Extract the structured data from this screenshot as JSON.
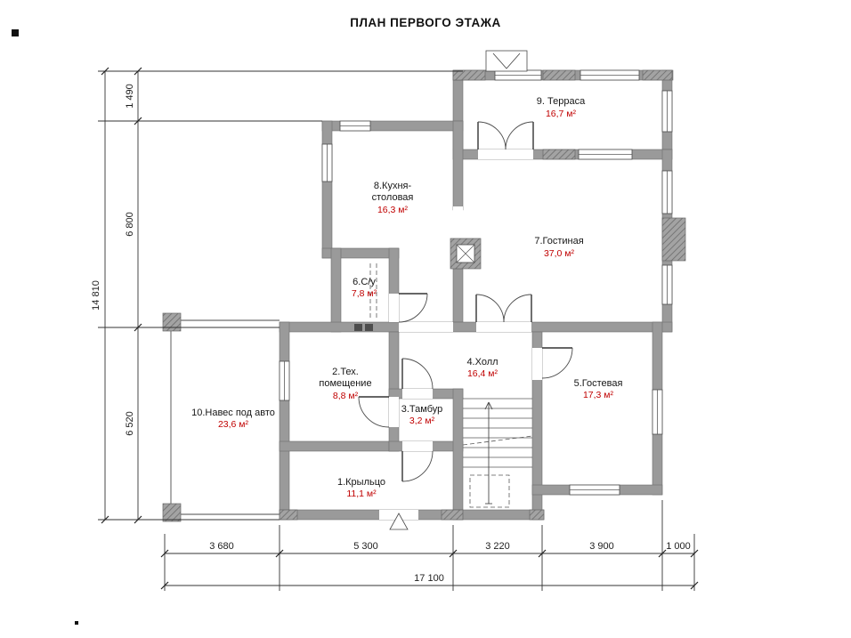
{
  "title": "ПЛАН ПЕРВОГО ЭТАЖА",
  "rooms": {
    "terrace": {
      "label": "9. Терраса",
      "area": "16,7 м²"
    },
    "kitchen": {
      "label1": "8.Кухня-",
      "label2": "столовая",
      "area": "16,3 м²"
    },
    "living": {
      "label": "7.Гостиная",
      "area": "37,0 м²"
    },
    "bathroom": {
      "label": "6.С/у",
      "area": "7,8 м²"
    },
    "tech": {
      "label1": "2.Тех.",
      "label2": "помещение",
      "area": "8,8 м²"
    },
    "hall": {
      "label": "4.Холл",
      "area": "16,4 м²"
    },
    "guest": {
      "label": "5.Гостевая",
      "area": "17,3 м²"
    },
    "tambour": {
      "label": "3.Тамбур",
      "area": "3,2 м²"
    },
    "carport": {
      "label": "10.Навес под авто",
      "area": "23,6 м²"
    },
    "porch": {
      "label": "1.Крыльцо",
      "area": "11,1 м²"
    }
  },
  "dimensions": {
    "vertical_total": "14 810",
    "vertical_segments": [
      "1 490",
      "6 800",
      "6 520"
    ],
    "horizontal_segments": [
      "3 680",
      "5 300",
      "3 220",
      "3 900",
      "1 000"
    ],
    "horizontal_total": "17 100"
  },
  "colors": {
    "wall_gray": "#9a9a9a",
    "area_text": "#c00000",
    "label_text": "#161616",
    "line": "#4a4a4a"
  }
}
